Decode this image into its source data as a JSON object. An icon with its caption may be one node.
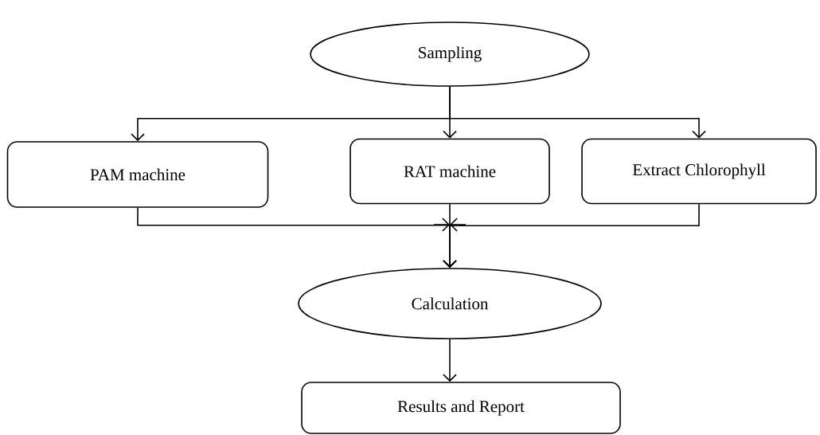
{
  "diagram": {
    "nodes": [
      {
        "text": [
          "Sampling"
        ]
      },
      {
        "text": [
          "PAM machine"
        ]
      },
      {
        "text": [
          "RAT machine"
        ]
      },
      {
        "text": [
          "Extract Chlorophyll"
        ]
      },
      {
        "text": [
          "Calculation"
        ]
      },
      {
        "text": [
          "Results and Report"
        ]
      }
    ],
    "edges": [
      {
        "from": 0,
        "to": 1,
        "arrow": "to"
      },
      {
        "from": 0,
        "to": 2,
        "arrow": "to"
      },
      {
        "from": 0,
        "to": 3,
        "arrow": "to"
      },
      {
        "from": 1,
        "to": 4,
        "arrow": "to"
      },
      {
        "from": 2,
        "to": 4,
        "arrow": "to"
      },
      {
        "from": 3,
        "to": 4,
        "arrow": "to"
      },
      {
        "from": 4,
        "to": 5,
        "arrow": "to"
      }
    ]
  }
}
